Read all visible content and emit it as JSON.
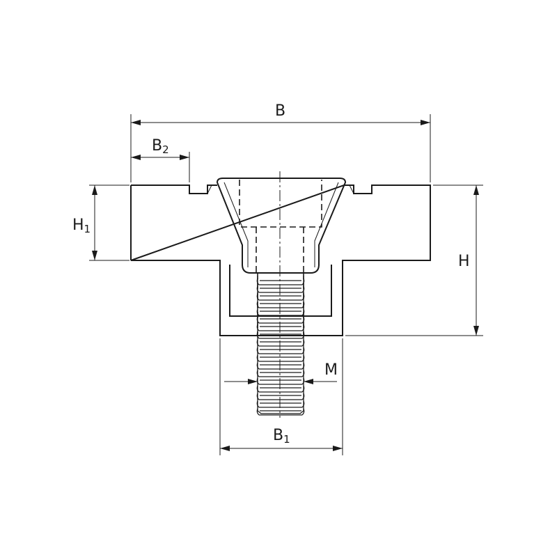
{
  "dimensions": {
    "width": "B",
    "flange_width_base": "B",
    "flange_width_sub": "2",
    "height": "H",
    "flange_height_base": "H",
    "flange_height_sub": "1",
    "body_width_base": "B",
    "body_width_sub": "1",
    "thread": "M"
  },
  "colors": {
    "line": "#1a1a1a",
    "background": "#ffffff"
  }
}
